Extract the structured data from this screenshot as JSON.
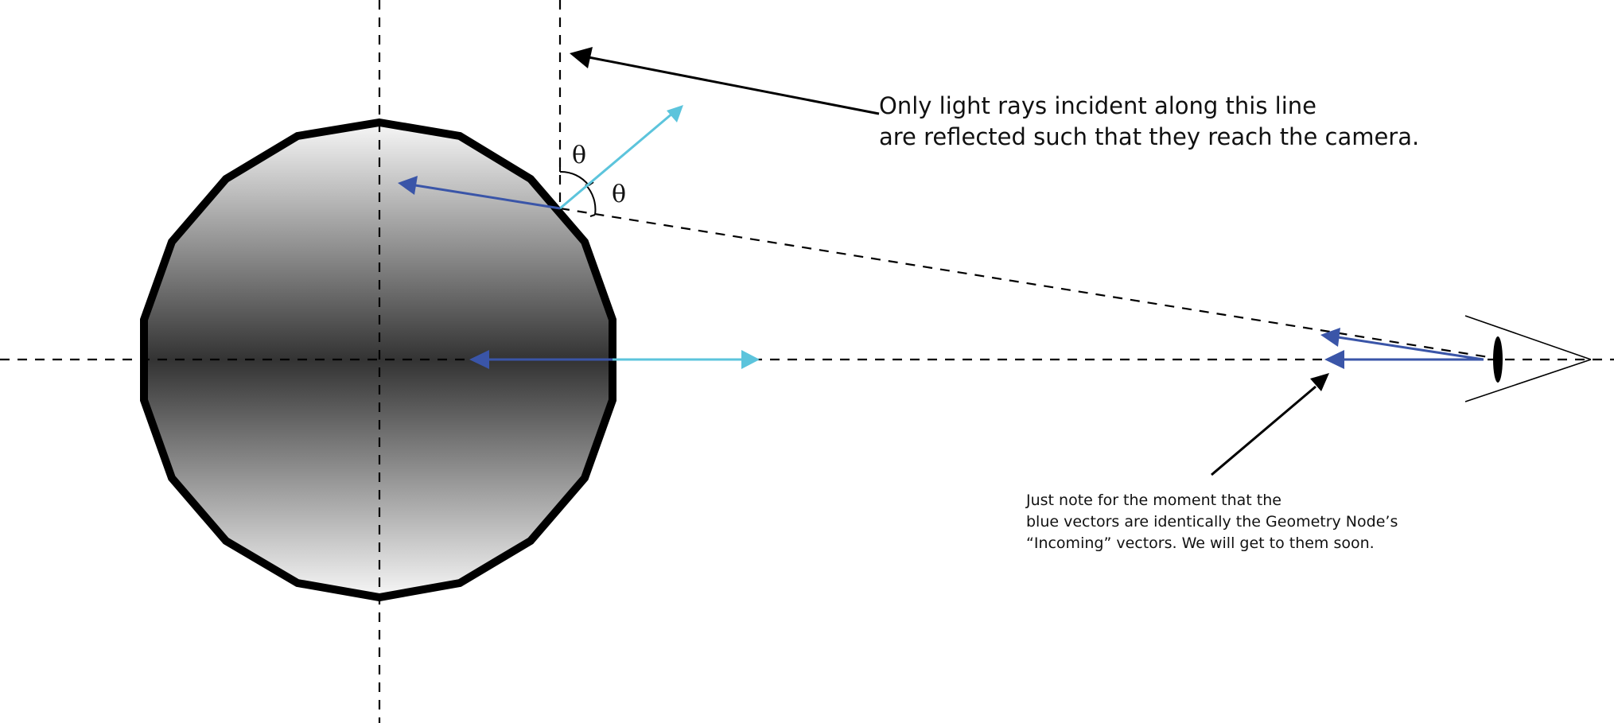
{
  "annotations": {
    "main_line1": "Only light rays incident along this line",
    "main_line2": "are reflected such that they reach the camera.",
    "note_line1": "Just note for the moment that the",
    "note_line2": "blue vectors are identically the Geometry Node’s",
    "note_line3": "“Incoming” vectors. We will get to them soon."
  },
  "angles": {
    "upper": "θ",
    "lower": "θ"
  },
  "colors": {
    "incoming_vector": "#3a55a8",
    "reflected_vector": "#5cc4dc",
    "outline": "#000000",
    "gradient_light": "#f7f7f7",
    "gradient_dark": "#333333"
  },
  "icons": {
    "camera": "eye-camera-icon"
  }
}
